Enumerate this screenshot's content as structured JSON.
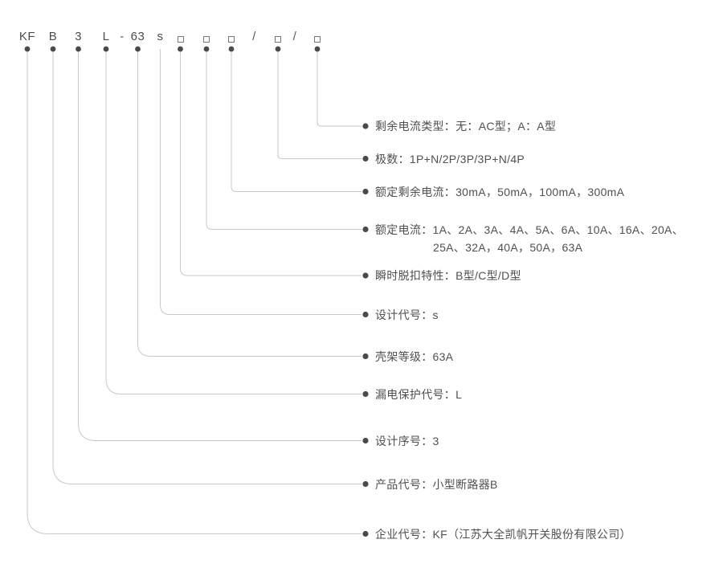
{
  "model_code": {
    "segments": [
      {
        "text": "KF",
        "type": "text"
      },
      {
        "text": "B",
        "type": "text"
      },
      {
        "text": "3",
        "type": "text"
      },
      {
        "text": "L",
        "type": "text"
      },
      {
        "text": "-",
        "type": "separator"
      },
      {
        "text": "63",
        "type": "text"
      },
      {
        "text": "s",
        "type": "text"
      },
      {
        "text": "",
        "type": "box"
      },
      {
        "text": "",
        "type": "box"
      },
      {
        "text": "",
        "type": "box"
      },
      {
        "text": "/",
        "type": "separator"
      },
      {
        "text": "",
        "type": "box"
      },
      {
        "text": "/",
        "type": "separator"
      },
      {
        "text": "",
        "type": "box"
      }
    ]
  },
  "legend": [
    {
      "name": "residual-current-type",
      "lines": [
        "剩余电流类型：无：AC型；A：A型"
      ]
    },
    {
      "name": "poles",
      "lines": [
        "极数：1P+N/2P/3P/3P+N/4P"
      ]
    },
    {
      "name": "rated-residual-current",
      "lines": [
        "额定剩余电流：30mA，50mA，100mA，300mA"
      ]
    },
    {
      "name": "rated-current",
      "lines": [
        "额定电流：1A、2A、3A、4A、5A、6A、10A、16A、20A、",
        "25A、32A，40A，50A，63A"
      ]
    },
    {
      "name": "instantaneous-trip-type",
      "lines": [
        "瞬时脱扣特性：B型/C型/D型"
      ]
    },
    {
      "name": "design-code",
      "lines": [
        "设计代号：s"
      ]
    },
    {
      "name": "frame-rating",
      "lines": [
        "壳架等级：63A"
      ]
    },
    {
      "name": "leakage-protection-code",
      "lines": [
        "漏电保护代号：L"
      ]
    },
    {
      "name": "design-serial-number",
      "lines": [
        "设计序号：3"
      ]
    },
    {
      "name": "product-code",
      "lines": [
        "产品代号：小型断路器B"
      ]
    },
    {
      "name": "company-code",
      "lines": [
        "企业代号：KF（江苏大全凯帆开关股份有限公司）"
      ]
    }
  ],
  "colors": {
    "background": "#ffffff",
    "code_text": "#4c4c4c",
    "label_text": "#505050",
    "line": "#c9c9c9",
    "dot": "#4a4a4a",
    "box_border": "#767676"
  }
}
